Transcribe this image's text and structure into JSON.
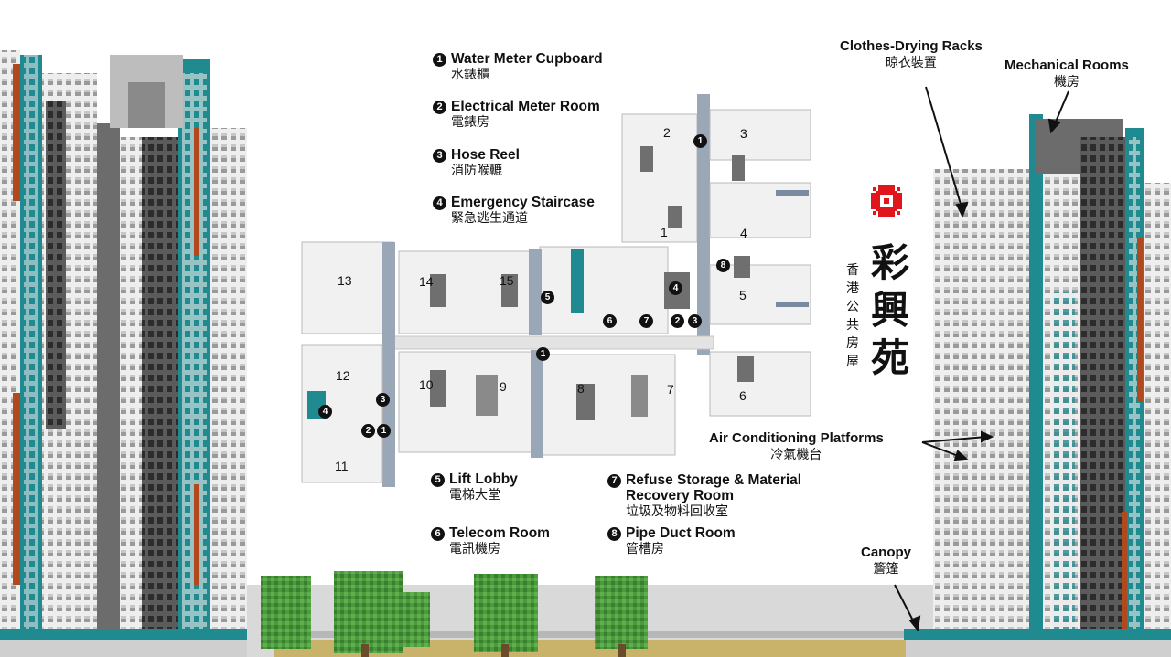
{
  "legend": {
    "water_meter": {
      "num": "1",
      "en": "Water Meter Cupboard",
      "zh": "水錶櫃"
    },
    "electrical_meter": {
      "num": "2",
      "en": "Electrical Meter Room",
      "zh": "電錶房"
    },
    "hose_reel": {
      "num": "3",
      "en": "Hose Reel",
      "zh": "消防喉轆"
    },
    "staircase": {
      "num": "4",
      "en": "Emergency Staircase",
      "zh": "緊急逃生通道"
    },
    "lift_lobby": {
      "num": "5",
      "en": "Lift Lobby",
      "zh": "電梯大堂"
    },
    "telecom": {
      "num": "6",
      "en": "Telecom Room",
      "zh": "電訊機房"
    },
    "refuse": {
      "num": "7",
      "en_line1": "Refuse Storage & Material",
      "en_line2": "Recovery Room",
      "zh": "垃圾及物料回收室"
    },
    "pipe_duct": {
      "num": "8",
      "en": "Pipe Duct Room",
      "zh": "管槽房"
    }
  },
  "callouts": {
    "clothes": {
      "en": "Clothes-Drying Racks",
      "zh": "晾衣裝置"
    },
    "mechanical": {
      "en": "Mechanical Rooms",
      "zh": "機房"
    },
    "aircon": {
      "en": "Air Conditioning Platforms",
      "zh": "冷氣機台"
    },
    "canopy": {
      "en": "Canopy",
      "zh": "簷篷"
    }
  },
  "estate": {
    "name_line1": "彩",
    "name_line2": "興",
    "name_line3": "苑",
    "subtitle": "香港公共房屋"
  },
  "flat_units": [
    "1",
    "2",
    "3",
    "4",
    "5",
    "6",
    "7",
    "8",
    "9",
    "10",
    "11",
    "12",
    "13",
    "14",
    "15"
  ],
  "floor_markers": [
    "1",
    "2",
    "3",
    "4",
    "5",
    "6",
    "7",
    "8"
  ],
  "colors": {
    "teal": "#1f8a8f",
    "rust": "#b04a1e",
    "grey": "#6c6c6c",
    "logo_red": "#e0161c",
    "tree": "#4c9a3e"
  }
}
